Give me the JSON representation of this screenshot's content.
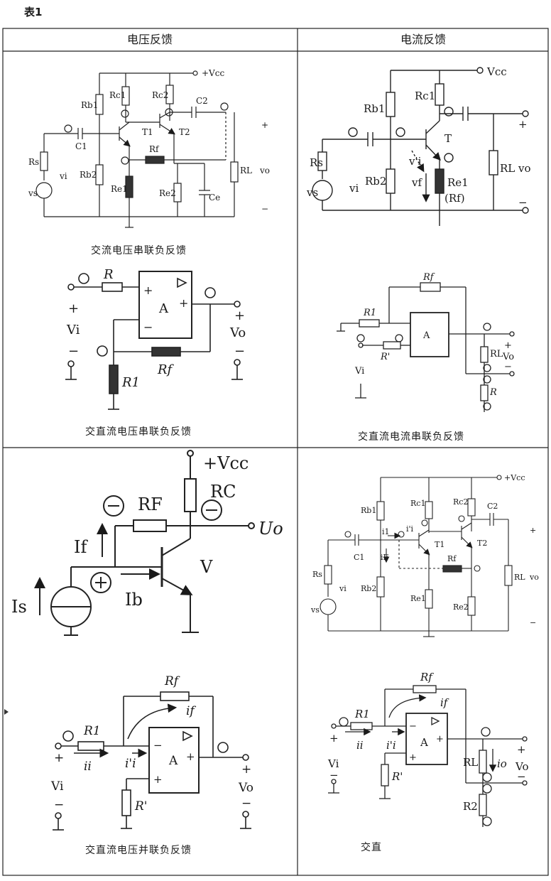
{
  "table": {
    "title": "表1",
    "col_headers": [
      "电压反馈",
      "电流反馈"
    ]
  },
  "captions": {
    "c1": "交流电压串联负反馈",
    "c2": "交直流电压串联负反馈",
    "c3": "交直流电流串联负反馈",
    "c4": "交直流电压并联负反馈",
    "c5": "交直"
  },
  "circuit1": {
    "vcc": "+Vcc",
    "rb1": "Rb1",
    "rc1": "Rc1",
    "rc2": "Rc2",
    "c2": "C2",
    "t1": "T1",
    "t2": "T2",
    "c1": "C1",
    "rs": "Rs",
    "vi": "vi",
    "vs": "vs",
    "rb2": "Rb2",
    "re1": "Re1",
    "rf": "Rf",
    "re2": "Re2",
    "ce": "Ce",
    "rl": "RL",
    "vo": "vo",
    "plus": "+",
    "minus": "−"
  },
  "circuit2": {
    "vcc": "Vcc",
    "rb1": "Rb1",
    "rc1": "Rc1",
    "t": "T",
    "rs": "Rs",
    "vi": "vi",
    "vs": "vs",
    "rb2": "Rb2",
    "vi_sub": "v'i",
    "vf": "vf",
    "re1": "Re1",
    "rf_paren": "(Rf)",
    "rl": "RL",
    "vo": "vo",
    "plus": "+",
    "minus": "−"
  },
  "circuit3": {
    "r": "R",
    "a": "A",
    "rf": "Rf",
    "r1": "R1",
    "vi": "Vi",
    "vo": "Vo",
    "plus": "+",
    "minus": "−"
  },
  "circuit4": {
    "rf": "Rf",
    "r1": "R1",
    "a": "A",
    "r_prime": "R'",
    "rl": "RL",
    "r": "R",
    "vi": "Vi",
    "vo": "Vo",
    "plus": "+",
    "minus": "−"
  },
  "circuit5": {
    "vcc": "+Vcc",
    "rf": "RF",
    "rc": "RC",
    "uo": "Uo",
    "if": "If",
    "v": "V",
    "is": "Is",
    "ib": "Ib"
  },
  "circuit6": {
    "vcc": "+Vcc",
    "rb1": "Rb1",
    "rc1": "Rc1",
    "rc2": "Rc2",
    "c2": "C2",
    "i1": "i1",
    "ii": "i'i",
    "t1": "T1",
    "t2": "T2",
    "c1": "C1",
    "if": "iF",
    "rf": "Rf",
    "rs": "Rs",
    "vi": "vi",
    "vs": "vs",
    "rb2": "Rb2",
    "re1": "Re1",
    "re2": "Re2",
    "rl": "RL",
    "vo": "vo",
    "plus": "+",
    "minus": "−"
  },
  "circuit7": {
    "rf": "Rf",
    "r1": "R1",
    "if": "if",
    "ii": "ii",
    "i_i": "i'i",
    "a": "A",
    "r_prime": "R'",
    "vi": "Vi",
    "vo": "Vo",
    "plus": "+",
    "minus": "−"
  },
  "circuit8": {
    "rf": "Rf",
    "r1": "R1",
    "if": "if",
    "ii": "ii",
    "i_i": "i'i",
    "a": "A",
    "r_prime": "R'",
    "rl": "RL",
    "io": "io",
    "vo": "Vo",
    "r2": "R2",
    "vi": "Vi",
    "plus": "+",
    "minus": "−"
  }
}
